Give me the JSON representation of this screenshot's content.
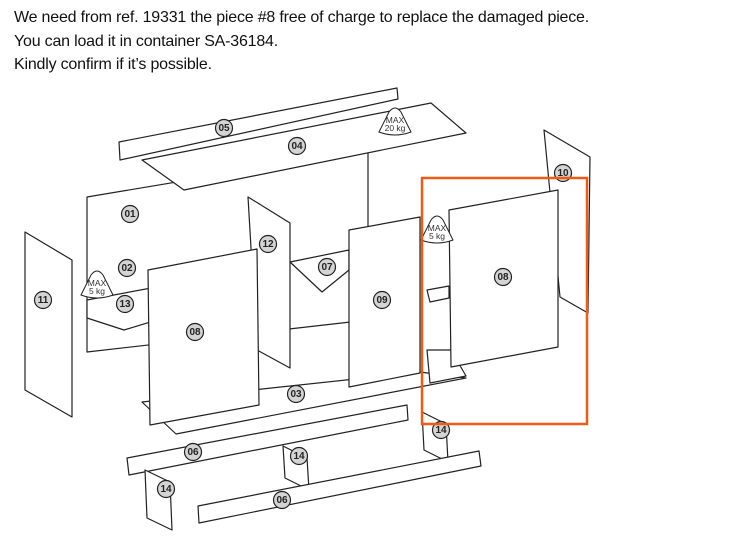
{
  "message": {
    "lines": [
      "We need from ref. 19331 the piece #8 free of charge to replace the damaged piece.",
      "You can load it in container SA-36184.",
      "Kindly confirm if it’s possible."
    ]
  },
  "diagram": {
    "part_labels": [
      "05",
      "04",
      "10",
      "01",
      "12",
      "02",
      "07",
      "08",
      "11",
      "13",
      "09",
      "08",
      "03",
      "14",
      "06",
      "14",
      "14",
      "06"
    ],
    "weight_badges": [
      {
        "max": "MAX",
        "load": "20 kg"
      },
      {
        "max": "MAX",
        "load": "5 kg"
      },
      {
        "max": "MAX",
        "load": "5 kg"
      }
    ],
    "highlight_color": "#ef5a14",
    "highlighted_part": "08"
  }
}
